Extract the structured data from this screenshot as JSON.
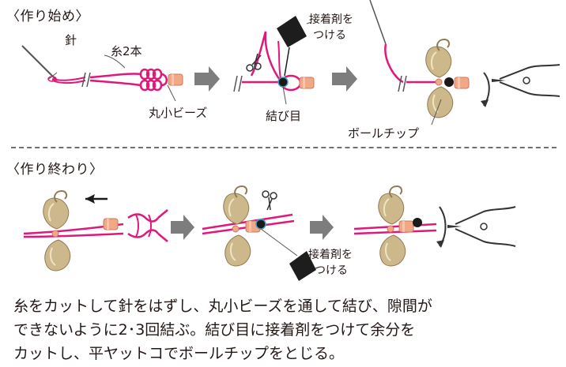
{
  "start": {
    "title": "〈作り始め〉",
    "needle": "針",
    "threads": "糸2本",
    "bead": "丸小ビーズ",
    "knot": "結び目",
    "glue_line1": "接着剤を",
    "glue_line2": "つける",
    "ball_tip": "ボールチップ"
  },
  "end": {
    "title": "〈作り終わり〉",
    "glue_line1": "接着剤を",
    "glue_line2": "つける"
  },
  "instructions": [
    "糸をカットして針をはずし、丸小ビーズを通して結び、隙間が",
    "できないように2･3回結ぶ。結び目に接着剤をつけて余分を",
    "カットし、平ヤットコでボールチップをとじる。"
  ],
  "colors": {
    "thread": "#e0187a",
    "bead": "#f0a887",
    "ball_tip": "#cdb88c",
    "knot": "#1a1a1a",
    "arrow": "#7d7d7d"
  }
}
